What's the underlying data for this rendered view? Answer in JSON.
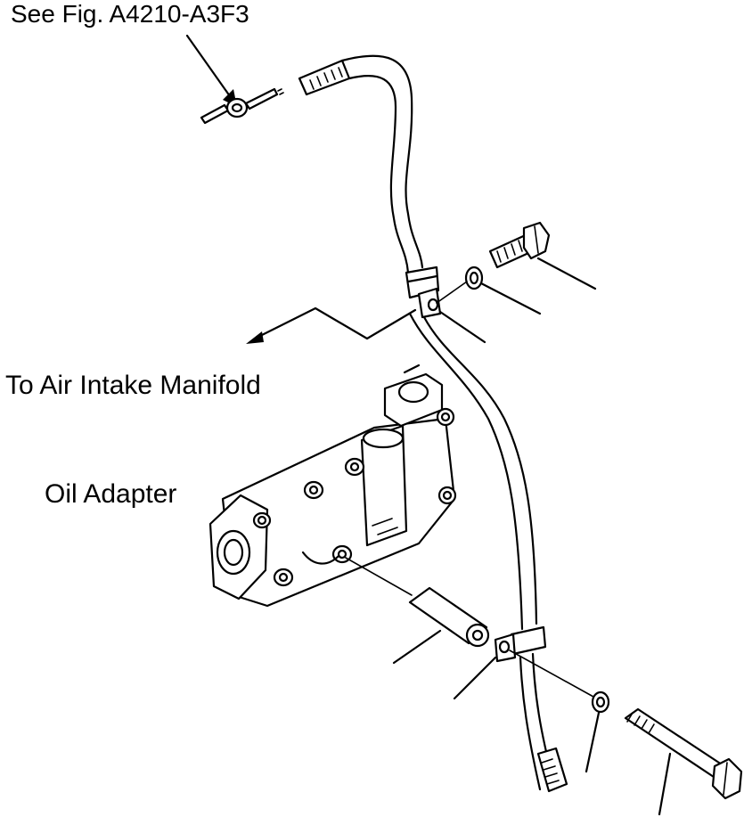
{
  "labels": {
    "figure_reference": "See Fig. A4210-A3F3",
    "air_intake": "To Air Intake Manifold",
    "oil_adapter": "Oil Adapter"
  }
}
